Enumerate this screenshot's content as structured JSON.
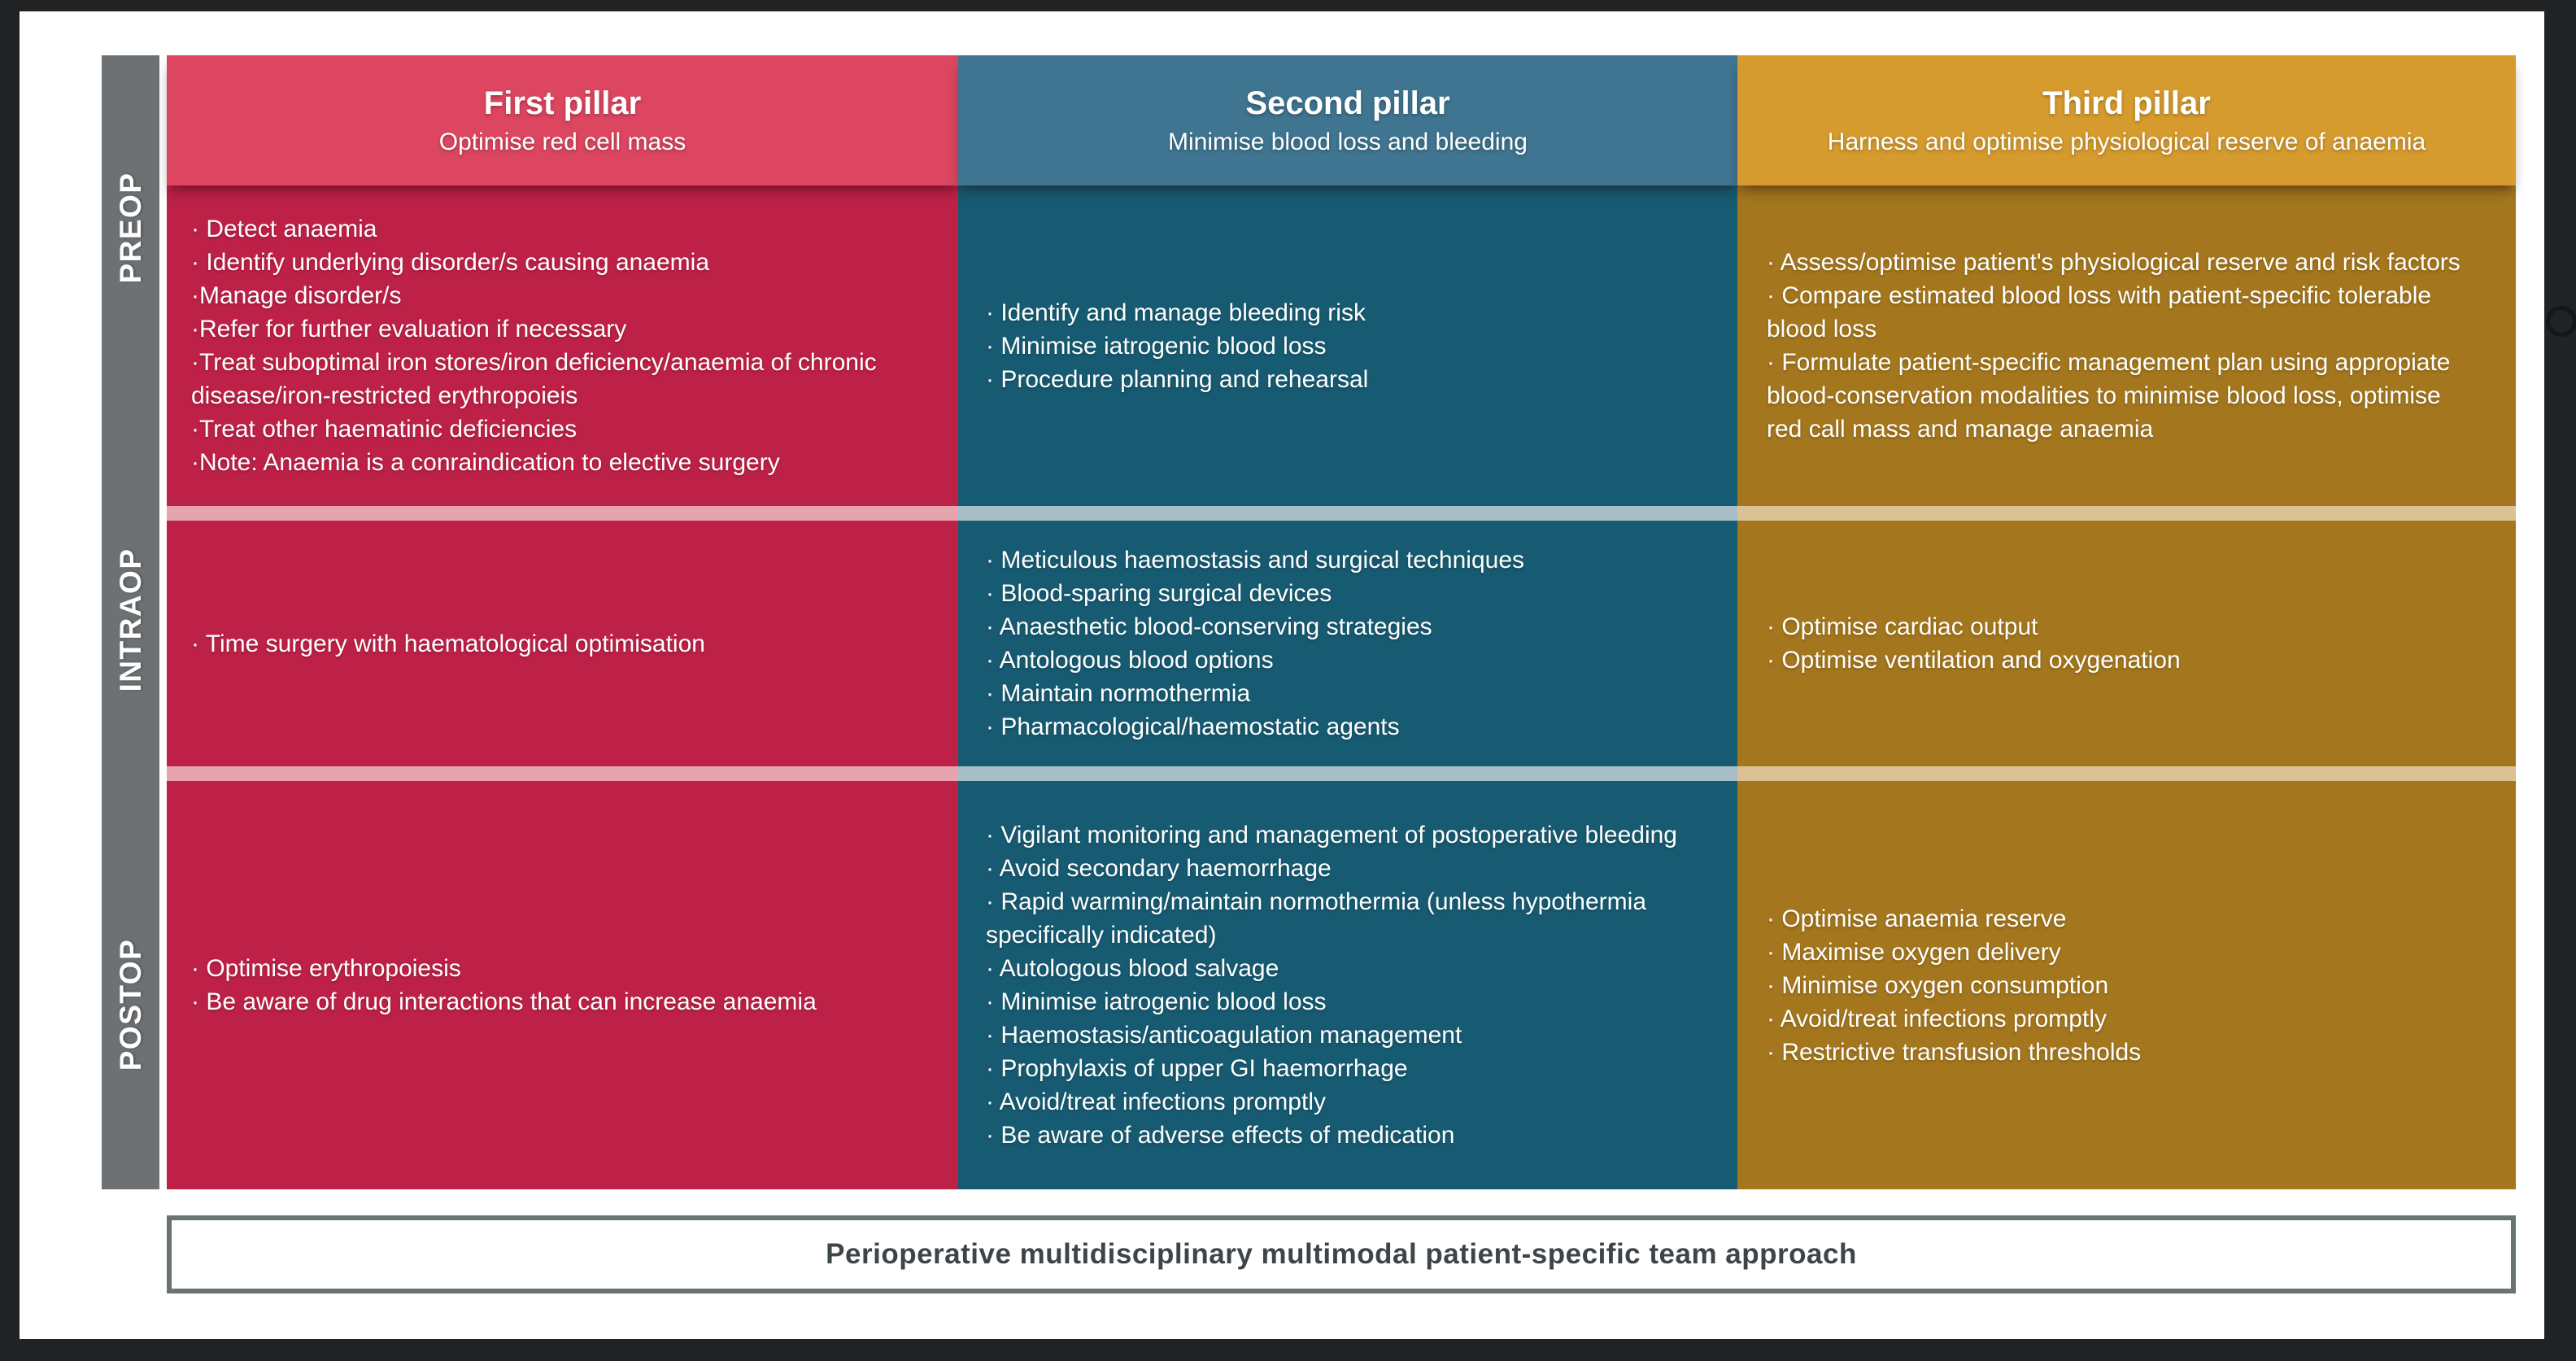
{
  "figure": {
    "kind": "patient-blood-management-three-pillar-matrix"
  },
  "phases": [
    {
      "label": "PREOP"
    },
    {
      "label": "INTRAOP"
    },
    {
      "label": "POSTOP"
    }
  ],
  "pillars": [
    {
      "title": "First pillar",
      "subtitle": "Optimise red cell mass",
      "preop": [
        "· Detect anaemia",
        "· Identify underlying disorder/s causing anaemia",
        "·Manage disorder/s",
        "·Refer for further evaluation if necessary",
        "·Treat suboptimal iron stores/iron deficiency/anaemia of chronic disease/iron-restricted erythropoieis",
        "·Treat other haematinic deficiencies",
        "·Note: Anaemia is a conraindication to elective surgery"
      ],
      "intraop": [
        "· Time surgery with haematological optimisation"
      ],
      "postop": [
        "· Optimise erythropoiesis",
        "· Be aware of drug interactions that can increase anaemia"
      ]
    },
    {
      "title": "Second pillar",
      "subtitle": "Minimise blood loss and bleeding",
      "preop": [
        "· Identify and manage bleeding risk",
        "· Minimise iatrogenic blood loss",
        "· Procedure planning and rehearsal"
      ],
      "intraop": [
        "· Meticulous haemostasis and surgical techniques",
        "· Blood-sparing surgical devices",
        "· Anaesthetic blood-conserving strategies",
        "· Antologous blood options",
        "· Maintain normothermia",
        "· Pharmacological/haemostatic agents"
      ],
      "postop": [
        "· Vigilant monitoring and management of postoperative bleeding",
        "· Avoid secondary haemorrhage",
        "· Rapid warming/maintain normothermia (unless hypothermia specifically indicated)",
        "· Autologous blood salvage",
        "· Minimise iatrogenic blood loss",
        "· Haemostasis/anticoagulation management",
        "· Prophylaxis of upper GI haemorrhage",
        "· Avoid/treat infections promptly",
        "· Be aware of adverse effects of medication"
      ]
    },
    {
      "title": "Third pillar",
      "subtitle": "Harness and optimise physiological reserve of anaemia",
      "preop": [
        "· Assess/optimise patient's physiological reserve and risk factors",
        "· Compare estimated blood loss with patient-specific tolerable blood loss",
        "· Formulate patient-specific management plan using appropiate blood-conservation modalities to minimise blood loss, optimise red call mass and manage anaemia"
      ],
      "intraop": [
        "· Optimise cardiac output",
        "· Optimise ventilation and oxygenation"
      ],
      "postop": [
        "· Optimise anaemia reserve",
        "· Maximise oxygen delivery",
        "· Minimise oxygen consumption",
        "· Avoid/treat infections promptly",
        "· Restrictive transfusion thresholds"
      ]
    }
  ],
  "footer": {
    "label": "Perioperative multidisciplinary multimodal patient-specific team approach"
  },
  "colors": {
    "red_header": "#DC4660",
    "red_body": "#BE2147",
    "red_sep": "#E5A4AE",
    "teal_header": "#3F7590",
    "teal_body": "#175B72",
    "teal_sep": "#A6BFC9",
    "gold_header": "#D69B2E",
    "gold_body": "#A4771E",
    "gold_sep": "#DCC194",
    "sidebar_gray": "#6E7173",
    "banner_border": "#6B7274",
    "banner_text": "#3E4549",
    "frame_dark": "#202224"
  }
}
